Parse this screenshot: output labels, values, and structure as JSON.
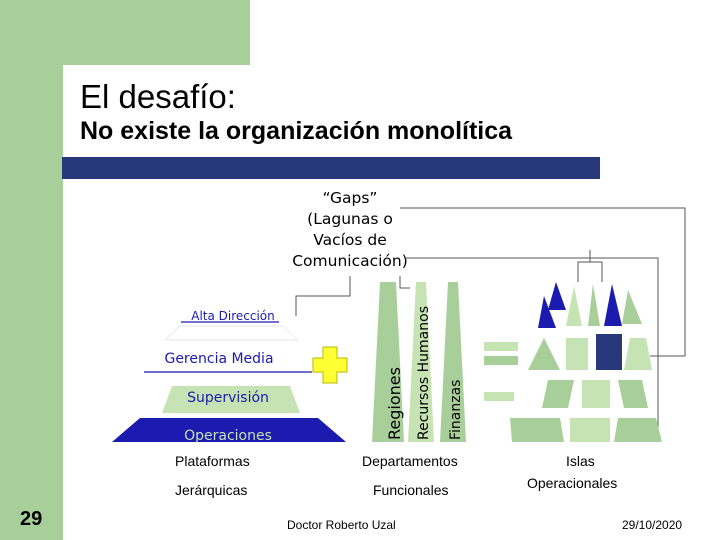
{
  "slide": {
    "title": "El desafío:",
    "subtitle": "No existe la organización monolítica",
    "number": "29",
    "author": "Doctor Roberto Uzal",
    "date": "29/10/2020"
  },
  "callout": {
    "line1": "“Gaps”",
    "line2": "(Lagunas o",
    "line3": "Vacíos de",
    "line4": "Comunicación)"
  },
  "pyramid": {
    "levels": [
      "Alta Dirección",
      "Gerencia Media",
      "Supervisión",
      "Operaciones"
    ],
    "caption_line1": "Plataformas",
    "caption_line2": "Jerárquicas"
  },
  "departments": {
    "columns": [
      "Regiones",
      "Recursos Humanos",
      "Finanzas"
    ],
    "caption_line1": "Departamentos",
    "caption_line2": "Funcionales"
  },
  "islands": {
    "caption_line1": "Islas",
    "caption_line2": "Operacionales"
  },
  "colors": {
    "green": "#a8cf9a",
    "navy": "#27397a",
    "blue": "#1b1bb0",
    "light_green": "#c6e3b3",
    "yellow": "#ffff33"
  }
}
